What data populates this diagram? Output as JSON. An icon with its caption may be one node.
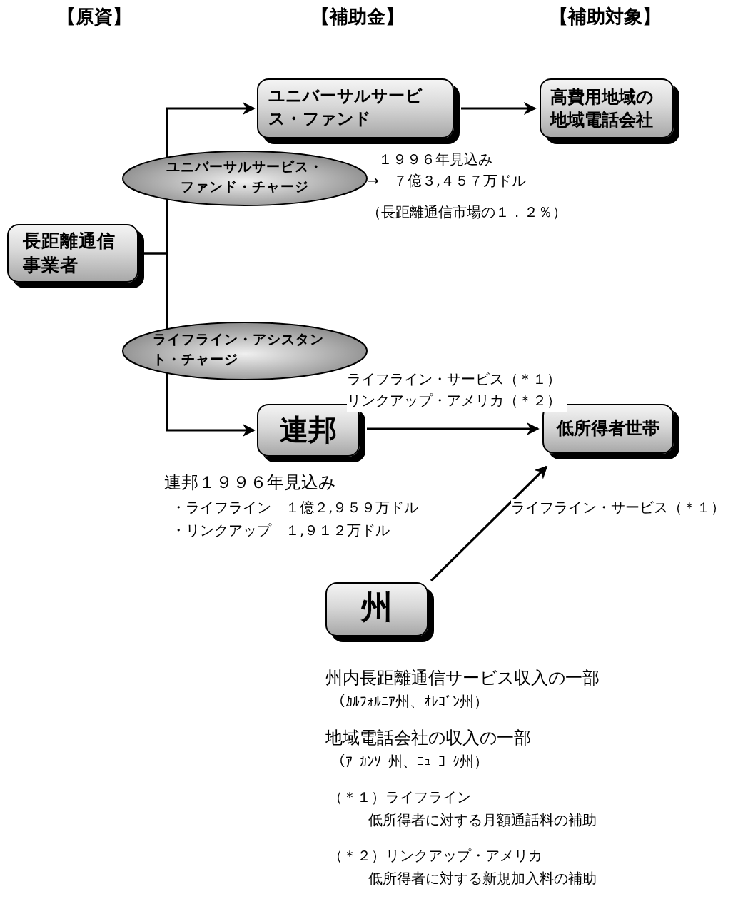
{
  "diagram": {
    "nodes": [
      {
        "text": [
          "長距離通信事業者"
        ]
      },
      {
        "text": [
          "ユニバーサルサービス・ファンド"
        ]
      },
      {
        "text": [
          "高費用地域の地域電話会社"
        ]
      },
      {
        "text": [
          "ユニバーサルサービス・ファンド・チャージ"
        ]
      },
      {
        "text": [
          "ライフライン・アシスタント・チャージ"
        ]
      },
      {
        "text": [
          "連邦"
        ]
      },
      {
        "text": [
          "低所得者世帯"
        ]
      },
      {
        "text": [
          "州"
        ]
      }
    ],
    "edges": [
      {
        "from": 0,
        "to": 3,
        "arrow": "none"
      },
      {
        "from": 3,
        "to": 1,
        "arrow": "to"
      },
      {
        "from": 0,
        "to": 4,
        "arrow": "none"
      },
      {
        "from": 4,
        "to": 5,
        "arrow": "to"
      },
      {
        "from": 1,
        "to": 2,
        "arrow": "to"
      },
      {
        "from": 5,
        "to": 6,
        "arrow": "to",
        "label": "ライフライン・サービス（＊１）リンクアップ・アメリカ（＊２）"
      },
      {
        "from": 7,
        "to": 6,
        "arrow": "to",
        "label": "ライフライン・サービス（＊１）"
      }
    ],
    "labels": [
      "【原資】",
      "【補助金】",
      "【補助対象】",
      "１９９６年見込み",
      "→　７億３,４５７万ドル",
      "（長距離通信市場の１．２％）",
      "連邦１９９６年見込み",
      "・ライフライン　１億２,９５９万ドル",
      "・リンクアップ　１,９１２万ドル",
      "州内長距離通信サービス収入の一部",
      "（ｶﾙﾌｫﾙﾆｱ州、ｵﾚｺﾞﾝ州）",
      "地域電話会社の収入の一部",
      "（ｱｰｶﾝｿｰ州、ﾆｭｰﾖｰｸ州）",
      "（＊１）ライフライン",
      "低所得者に対する月額通話料の補助",
      "（＊２）リンクアップ・アメリカ",
      "低所得者に対する新規加入料の補助"
    ]
  }
}
